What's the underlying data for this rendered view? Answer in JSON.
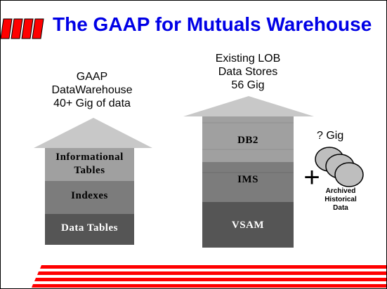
{
  "title": "The GAAP for Mutuals Warehouse",
  "left": {
    "caption_lines": [
      "GAAP",
      "DataWarehouse",
      "40+ Gig of data"
    ],
    "layers": [
      "Informational Tables",
      "Indexes",
      "Data Tables"
    ]
  },
  "right": {
    "caption_lines": [
      "Existing LOB",
      "Data Stores",
      "56 Gig"
    ],
    "layers": [
      "DB2",
      "IMS",
      "VSAM"
    ]
  },
  "archive": {
    "size": "? Gig",
    "plus": "+",
    "label_lines": [
      "Archived",
      "Historical",
      "Data"
    ]
  },
  "colors": {
    "title": "#0000e6",
    "stripes": "#ff0000",
    "arrow_head": "#c8c8c8",
    "layer_light": "#a0a0a0",
    "layer_mid": "#7c7c7c",
    "layer_dark": "#555555",
    "disk": "#bebebe"
  }
}
